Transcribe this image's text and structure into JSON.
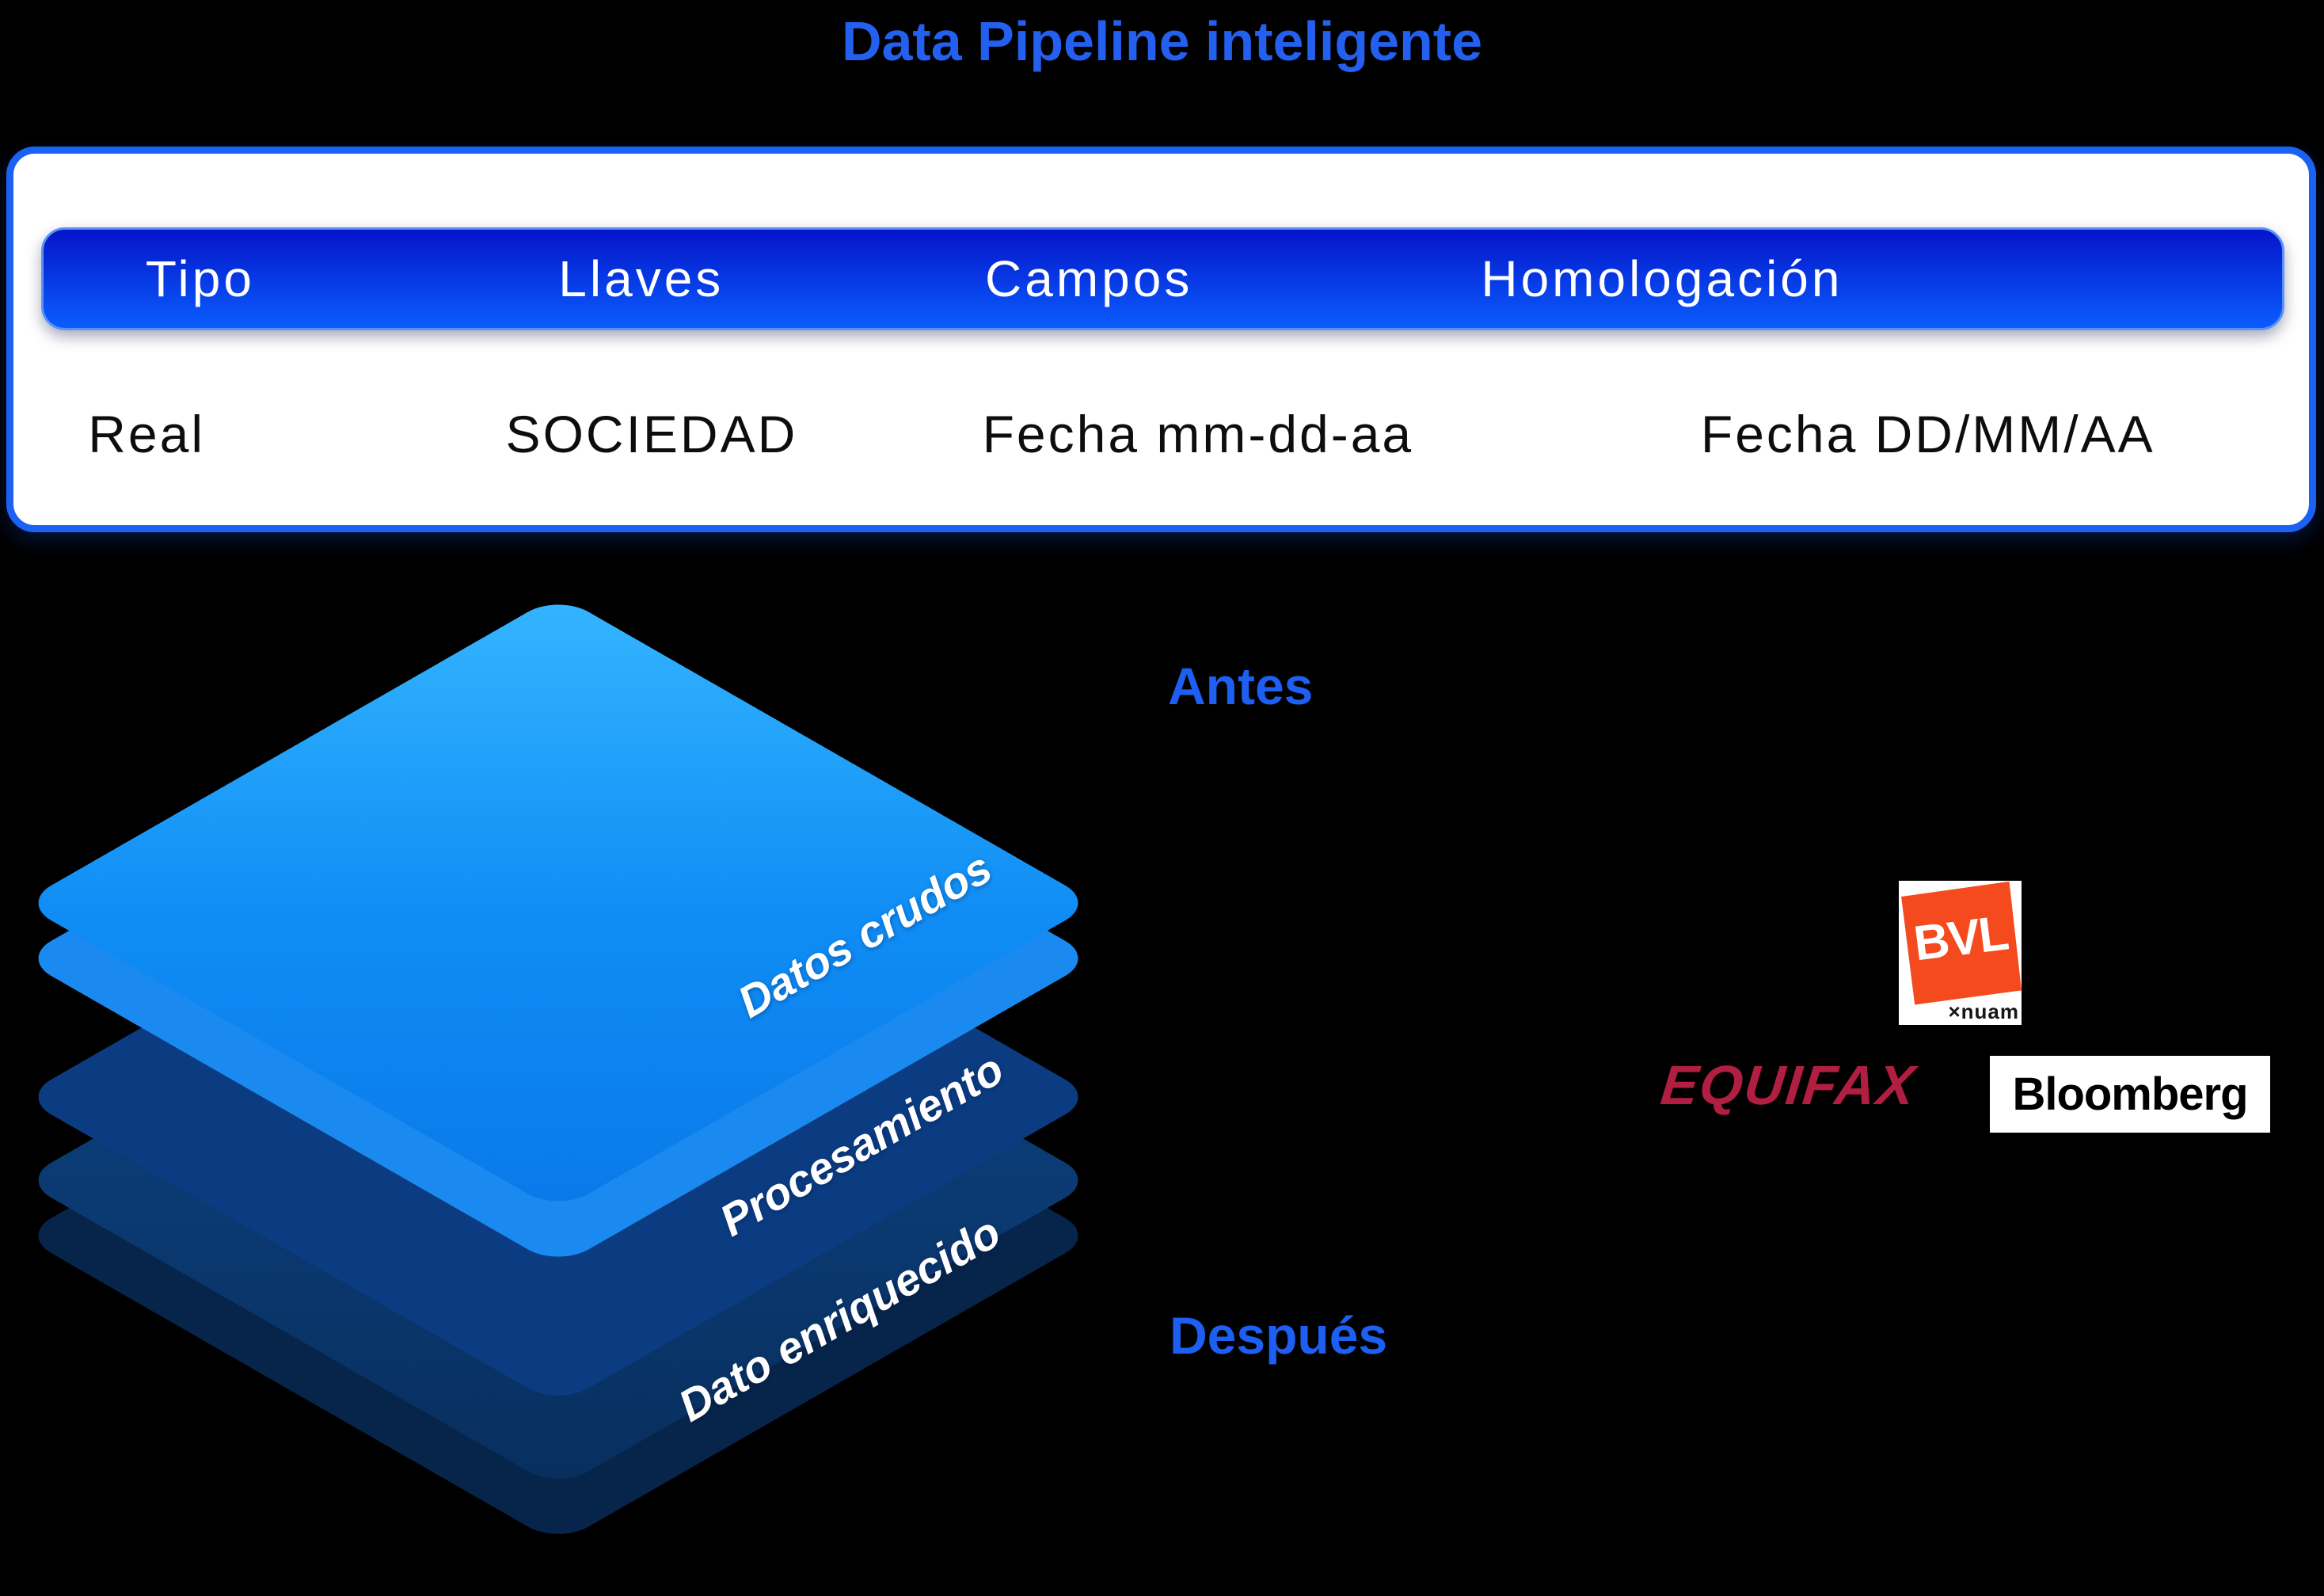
{
  "title": "Data Pipeline inteligente",
  "table": {
    "headers": [
      "Tipo",
      "Llaves",
      "Campos",
      "Homologación"
    ],
    "row": [
      "Real",
      "SOCIEDAD",
      "Fecha mm-dd-aa",
      "Fecha DD/MM/AA"
    ]
  },
  "pipeline": {
    "layers": [
      {
        "label": "Datos crudos",
        "face_top": "#35b5ff",
        "face_bottom": "#0a79e9",
        "side": "#1b8af0"
      },
      {
        "label": "Procesamiento",
        "face_top": "#1b69cf",
        "face_bottom": "#0e4c9e",
        "side": "#0b3c82"
      },
      {
        "label": "Dato enriquecido",
        "face_top": "#0e4588",
        "face_bottom": "#082f5e",
        "side": "#07254b"
      }
    ]
  },
  "annotations": {
    "before": "Antes",
    "after": "Después"
  },
  "logos": {
    "bvl": {
      "text": "BVL",
      "sub": "×nuam",
      "orange": "#f54a1d"
    },
    "equifax": {
      "text": "EQUIFAX",
      "color": "#b01e41"
    },
    "bloomberg": {
      "text": "Bloomberg"
    }
  },
  "colors": {
    "background": "#000000",
    "title_blue": "#2460ef",
    "annotation_blue": "#1d5ff2",
    "card_border": "#1b62f2",
    "header_gradient_top": "#0515c9",
    "header_gradient_bottom": "#0a5dff",
    "header_text": "#ffffff",
    "row_text": "#0d0d0d"
  }
}
